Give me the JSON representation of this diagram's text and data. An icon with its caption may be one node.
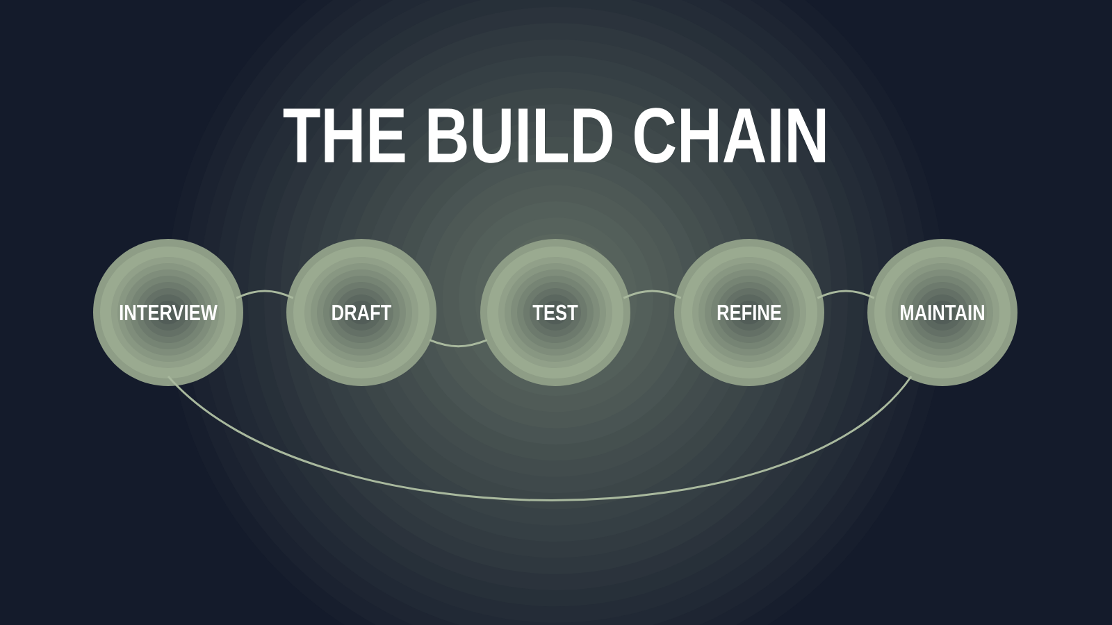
{
  "diagram": {
    "title": "THE BUILD CHAIN",
    "nodes": [
      {
        "text": [
          "INTERVIEW"
        ]
      },
      {
        "text": [
          "DRAFT"
        ]
      },
      {
        "text": [
          "TEST"
        ]
      },
      {
        "text": [
          "REFINE"
        ]
      },
      {
        "text": [
          "MAINTAIN"
        ]
      }
    ],
    "edges": [
      {
        "from": 0,
        "to": 1,
        "arrow": "none"
      },
      {
        "from": 1,
        "to": 2,
        "arrow": "none"
      },
      {
        "from": 2,
        "to": 3,
        "arrow": "none"
      },
      {
        "from": 3,
        "to": 4,
        "arrow": "none"
      },
      {
        "from": 4,
        "to": 0,
        "arrow": "none"
      }
    ]
  }
}
